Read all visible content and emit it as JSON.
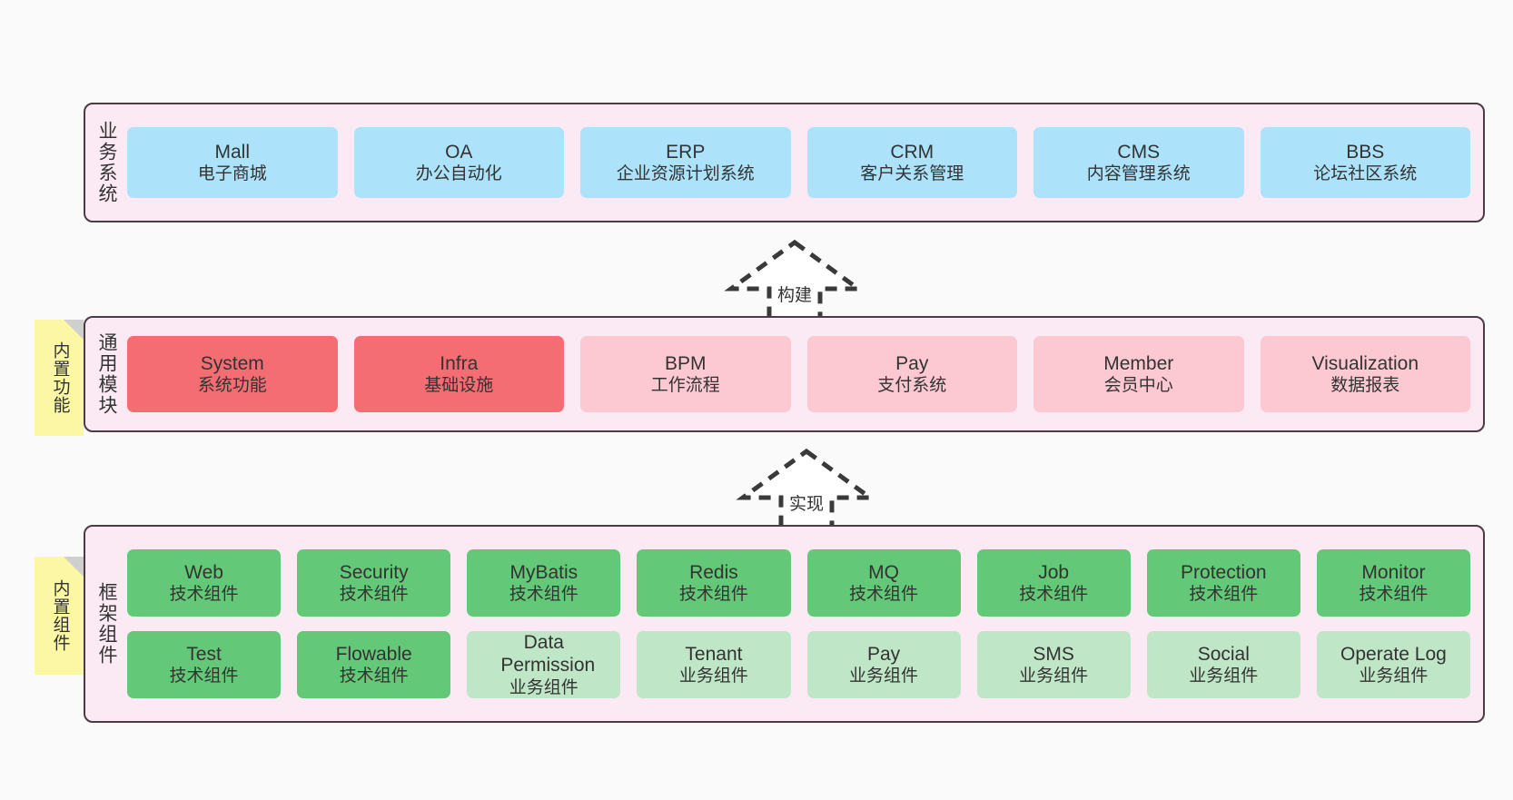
{
  "layers": [
    {
      "name": "business-systems",
      "label": "业务系统",
      "note": null,
      "rows": [
        {
          "style": "blue",
          "items": [
            {
              "en": "Mall",
              "cn": "电子商城"
            },
            {
              "en": "OA",
              "cn": "办公自动化"
            },
            {
              "en": "ERP",
              "cn": "企业资源计划系统"
            },
            {
              "en": "CRM",
              "cn": "客户关系管理"
            },
            {
              "en": "CMS",
              "cn": "内容管理系统"
            },
            {
              "en": "BBS",
              "cn": "论坛社区系统"
            }
          ]
        }
      ]
    },
    {
      "name": "common-modules",
      "label": "通用模块",
      "note": "内置功能",
      "rows": [
        {
          "items": [
            {
              "en": "System",
              "cn": "系统功能",
              "style": "red"
            },
            {
              "en": "Infra",
              "cn": "基础设施",
              "style": "red"
            },
            {
              "en": "BPM",
              "cn": "工作流程",
              "style": "pink"
            },
            {
              "en": "Pay",
              "cn": "支付系统",
              "style": "pink"
            },
            {
              "en": "Member",
              "cn": "会员中心",
              "style": "pink"
            },
            {
              "en": "Visualization",
              "cn": "数据报表",
              "style": "pink"
            }
          ]
        }
      ]
    },
    {
      "name": "framework-components",
      "label": "框架组件",
      "note": "内置组件",
      "rows": [
        {
          "items": [
            {
              "en": "Web",
              "cn": "技术组件",
              "style": "green"
            },
            {
              "en": "Security",
              "cn": "技术组件",
              "style": "green"
            },
            {
              "en": "MyBatis",
              "cn": "技术组件",
              "style": "green"
            },
            {
              "en": "Redis",
              "cn": "技术组件",
              "style": "green"
            },
            {
              "en": "MQ",
              "cn": "技术组件",
              "style": "green"
            },
            {
              "en": "Job",
              "cn": "技术组件",
              "style": "green"
            },
            {
              "en": "Protection",
              "cn": "技术组件",
              "style": "green"
            },
            {
              "en": "Monitor",
              "cn": "技术组件",
              "style": "green"
            }
          ]
        },
        {
          "items": [
            {
              "en": "Test",
              "cn": "技术组件",
              "style": "green"
            },
            {
              "en": "Flowable",
              "cn": "技术组件",
              "style": "green"
            },
            {
              "en": "Data Permission",
              "cn": "业务组件",
              "style": "lightgreen"
            },
            {
              "en": "Tenant",
              "cn": "业务组件",
              "style": "lightgreen"
            },
            {
              "en": "Pay",
              "cn": "业务组件",
              "style": "lightgreen"
            },
            {
              "en": "SMS",
              "cn": "业务组件",
              "style": "lightgreen"
            },
            {
              "en": "Social",
              "cn": "业务组件",
              "style": "lightgreen"
            },
            {
              "en": "Operate Log",
              "cn": "业务组件",
              "style": "lightgreen"
            }
          ]
        }
      ]
    }
  ],
  "connectors": [
    {
      "name": "build-arrow",
      "label": "构建"
    },
    {
      "name": "implement-arrow",
      "label": "实现"
    }
  ],
  "colors": {
    "background": "#fafafa",
    "panel_fill": "#fbeaf4",
    "panel_border": "#4a3c43",
    "blue": "#ace3fb",
    "red": "#f36d72",
    "pink": "#fcc9d3",
    "green": "#63c877",
    "light_green": "#bfe6c6",
    "note_yellow": "#fbf7a5",
    "note_fold": "#cfcfcf",
    "text": "#333333"
  }
}
